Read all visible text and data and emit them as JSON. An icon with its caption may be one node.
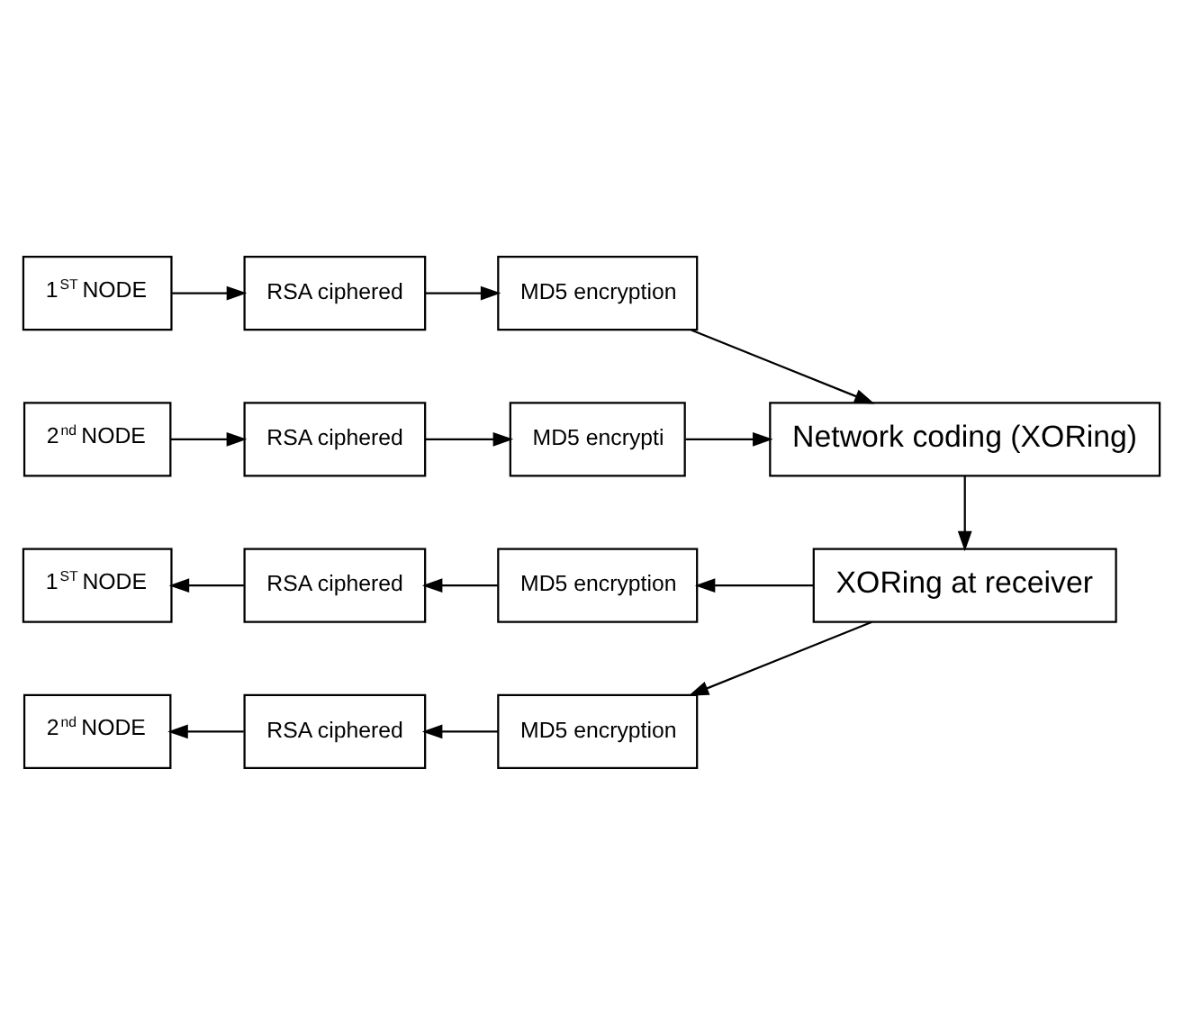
{
  "diagram": {
    "nodes": [
      {
        "text": [
          "1$^{ST}$ NODE"
        ]
      },
      {
        "text": [
          "RSA ciphered"
        ]
      },
      {
        "text": [
          "MD5 encryption"
        ]
      },
      {
        "text": [
          "Network coding (XORing)"
        ]
      },
      {
        "text": [
          "2$^{nd}$ NODE"
        ]
      },
      {
        "text": [
          "RSA ciphered"
        ]
      },
      {
        "text": [
          "MD5 encrypti"
        ]
      },
      {
        "text": [
          "1$^{ST}$ NODE"
        ]
      },
      {
        "text": [
          "RSA ciphered"
        ]
      },
      {
        "text": [
          "MD5 encryption"
        ]
      },
      {
        "text": [
          "XORing at receiver"
        ]
      },
      {
        "text": [
          "2$^{nd}$ NODE"
        ]
      },
      {
        "text": [
          "RSA ciphered"
        ]
      },
      {
        "text": [
          "MD5 encryption"
        ]
      }
    ],
    "edges": [
      {
        "from": 0,
        "to": 1,
        "arrow": "to"
      },
      {
        "from": 1,
        "to": 2,
        "arrow": "to"
      },
      {
        "from": 2,
        "to": 3,
        "arrow": "to"
      },
      {
        "from": 4,
        "to": 5,
        "arrow": "to"
      },
      {
        "from": 5,
        "to": 6,
        "arrow": "to"
      },
      {
        "from": 6,
        "to": 3,
        "arrow": "to"
      },
      {
        "from": 3,
        "to": 10,
        "arrow": "to"
      },
      {
        "from": 10,
        "to": 9,
        "arrow": "to"
      },
      {
        "from": 9,
        "to": 8,
        "arrow": "to"
      },
      {
        "from": 8,
        "to": 7,
        "arrow": "to"
      },
      {
        "from": 10,
        "to": 13,
        "arrow": "to"
      },
      {
        "from": 13,
        "to": 12,
        "arrow": "to"
      },
      {
        "from": 12,
        "to": 11,
        "arrow": "to"
      }
    ]
  }
}
